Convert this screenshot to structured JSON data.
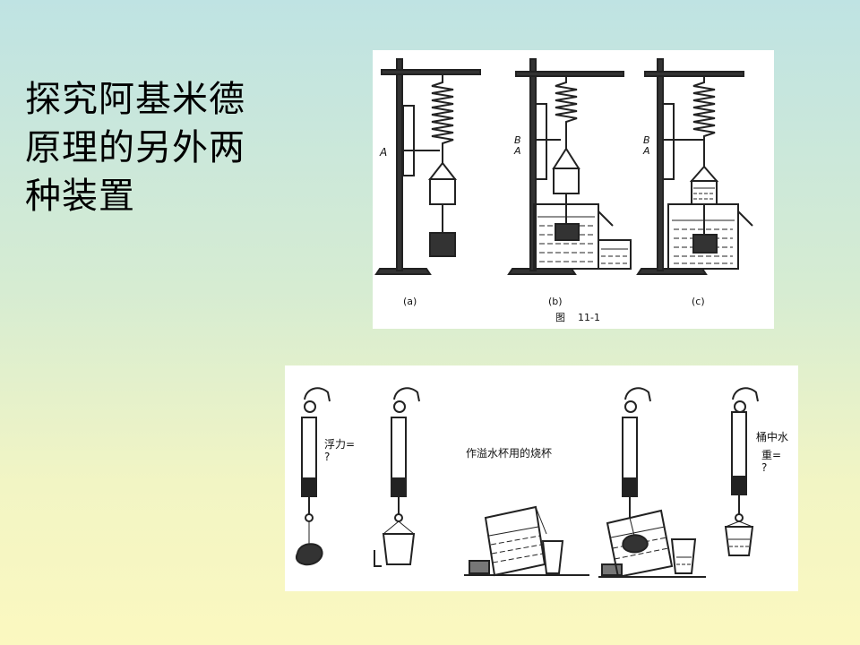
{
  "slide": {
    "title_lines": [
      "探究阿基米德",
      "原理的另外两",
      "种装置"
    ]
  },
  "figure_top": {
    "point_labels": {
      "a": [
        "A"
      ],
      "b": [
        "B",
        "A"
      ],
      "c": [
        "B",
        "A"
      ]
    },
    "sub_captions": [
      "(a)",
      "(b)",
      "(c)"
    ],
    "caption": "图    11-1"
  },
  "figure_bottom": {
    "buoyancy_label_lines": [
      "浮力=",
      "?"
    ],
    "beaker_label": "作溢水杯用的烧杯",
    "water_weight_label_lines": [
      "桶中水",
      "重=",
      "?"
    ]
  }
}
